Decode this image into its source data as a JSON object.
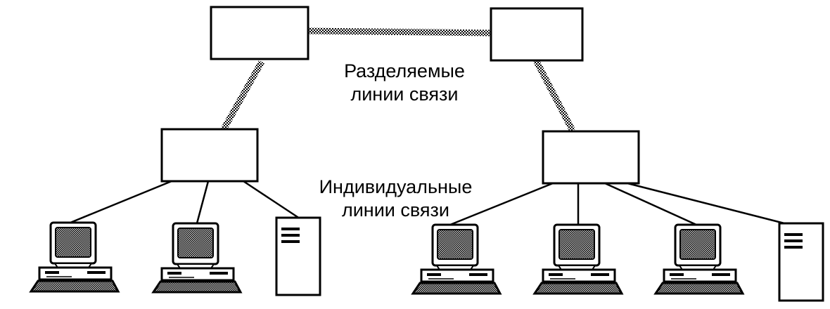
{
  "labels": {
    "shared_line1": "Разделяемые",
    "shared_line2": "линии связи",
    "individual_line1": "Индивидуальные",
    "individual_line2": "линии связи"
  },
  "colors": {
    "ink": "#000000",
    "paper": "#ffffff",
    "screen_shade": "#8a8a8a"
  }
}
